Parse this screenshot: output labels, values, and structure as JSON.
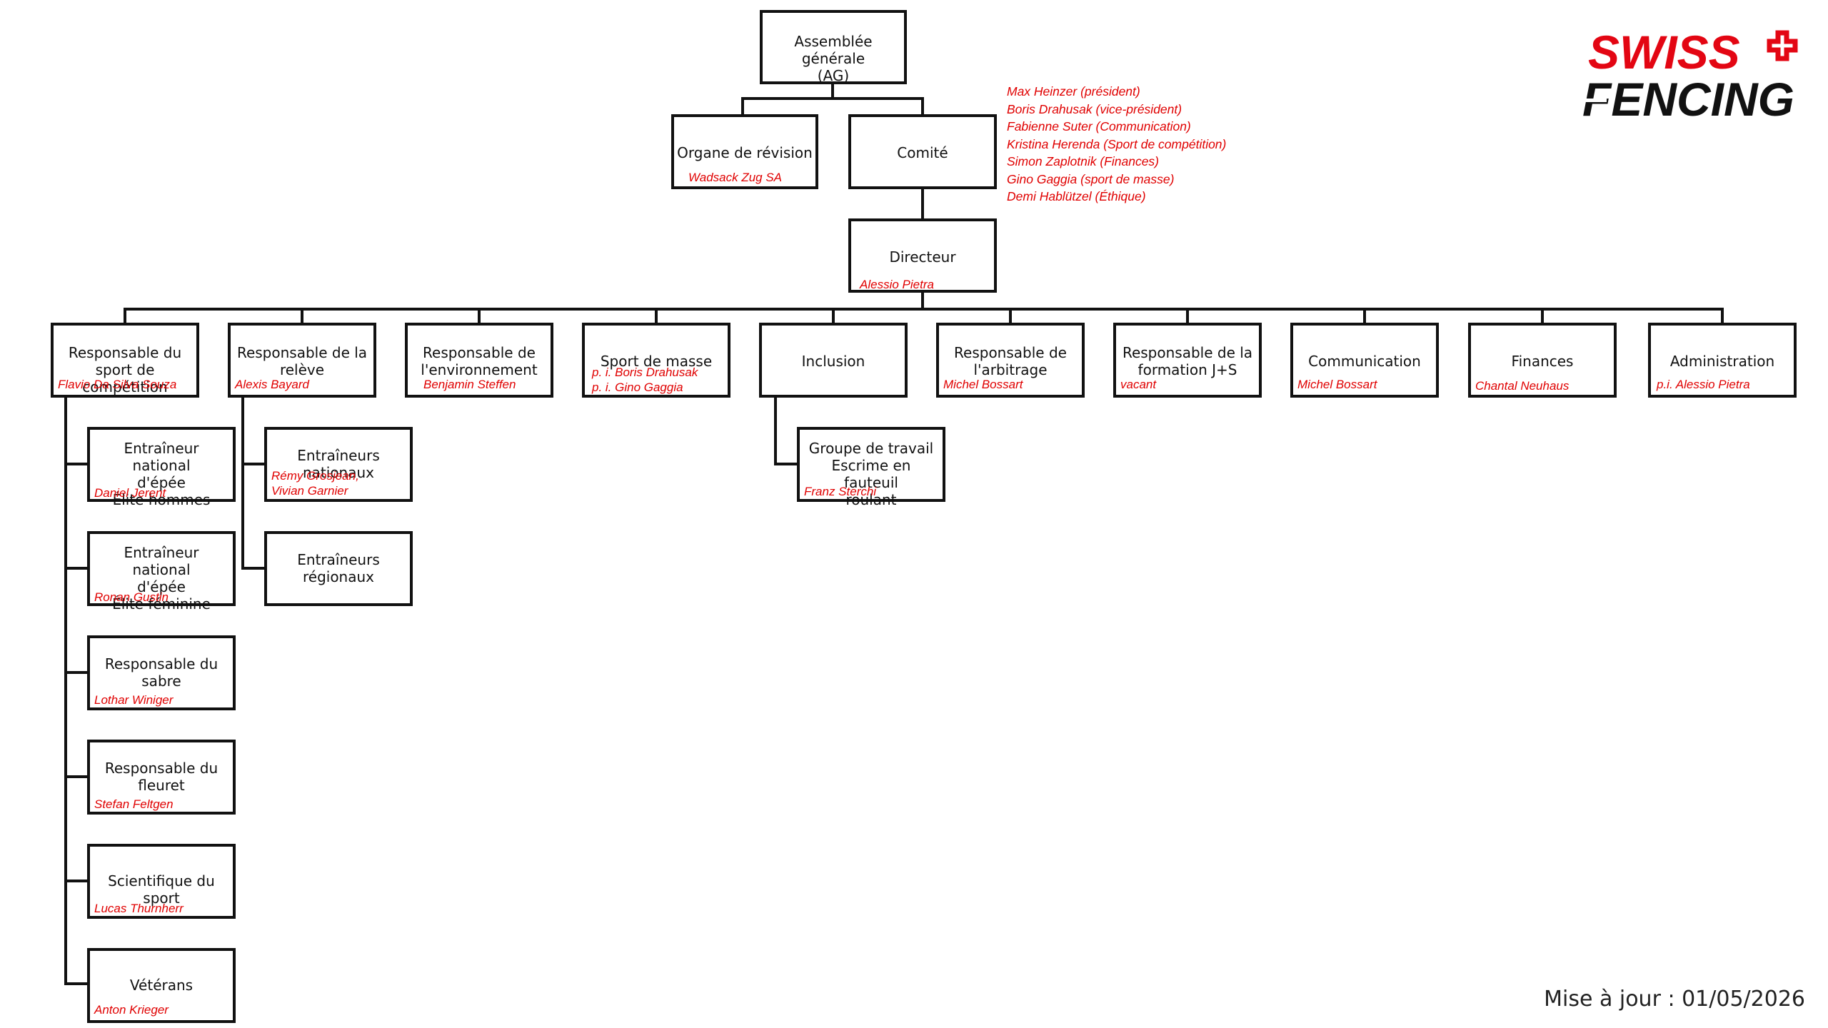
{
  "logo": {
    "line1": "SWISS",
    "line2": "FENCING",
    "brand_red": "#e30613",
    "brand_black": "#111111",
    "cross": "swiss-cross-icon"
  },
  "update_label": "Mise à jour : 01/05/2026",
  "colors": {
    "person": "#e00000",
    "border": "#111111"
  },
  "committee_members": [
    "Max Heinzer (président)",
    "Boris Drahusak (vice-président)",
    "Fabienne Suter (Communication)",
    "Kristina Herenda (Sport de compétition)",
    "Simon Zaplotnik (Finances)",
    "Gino Gaggia (sport de masse)",
    "Demi Hablützel (Éthique)"
  ],
  "nodes": {
    "ag": {
      "title": "Assemblée générale\n(AG)",
      "person": ""
    },
    "revision": {
      "title": "Organe de révision",
      "person": "Wadsack Zug SA"
    },
    "comite": {
      "title": "Comité",
      "person": ""
    },
    "directeur": {
      "title": "Directeur",
      "person": "Alessio Pietra"
    },
    "competition": {
      "title": "Responsable du\nsport de compétition",
      "person": "Flavio Da Silva Souza"
    },
    "releve": {
      "title": "Responsable de la\nrelève",
      "person": "Alexis Bayard"
    },
    "environnement": {
      "title": "Responsable de\nl'environnement",
      "person": "Benjamin Steffen"
    },
    "masse": {
      "title": "Sport de masse",
      "person": "p. i. Boris Drahusak\np. i. Gino Gaggia"
    },
    "inclusion": {
      "title": "Inclusion",
      "person": ""
    },
    "arbitrage": {
      "title": "Responsable de\nl'arbitrage",
      "person": "Michel Bossart"
    },
    "formation": {
      "title": "Responsable de la\nformation J+S",
      "person": "vacant"
    },
    "communication": {
      "title": "Communication",
      "person": "Michel Bossart"
    },
    "finances": {
      "title": "Finances",
      "person": "Chantal Neuhaus"
    },
    "administration": {
      "title": "Administration",
      "person": "p.i. Alessio Pietra"
    },
    "epee_hommes": {
      "title": "Entraîneur national\nd'épée\nÉlite hommes",
      "person": "Daniel Jerent"
    },
    "epee_feminine": {
      "title": "Entraîneur national\nd'épée\nÉlite féminine",
      "person": "Ronan Gustin"
    },
    "sabre": {
      "title": "Responsable du\nsabre",
      "person": "Lothar Winiger"
    },
    "fleuret": {
      "title": "Responsable du\nfleuret",
      "person": "Stefan Feltgen"
    },
    "scientifique": {
      "title": "Scientifique du sport",
      "person": "Lucas Thurnherr"
    },
    "veterans": {
      "title": "Vétérans",
      "person": "Anton Krieger"
    },
    "entraineurs_nationaux": {
      "title": "Entraîneurs\nnationaux",
      "person": "Rémy Grosjean,\nVivian Garnier"
    },
    "entraineurs_regionaux": {
      "title": "Entraîneurs\nrégionaux",
      "person": ""
    },
    "fauteuil": {
      "title": "Groupe de travail\nEscrime en fauteuil\nroulant",
      "person": "Franz Sterchi"
    }
  }
}
